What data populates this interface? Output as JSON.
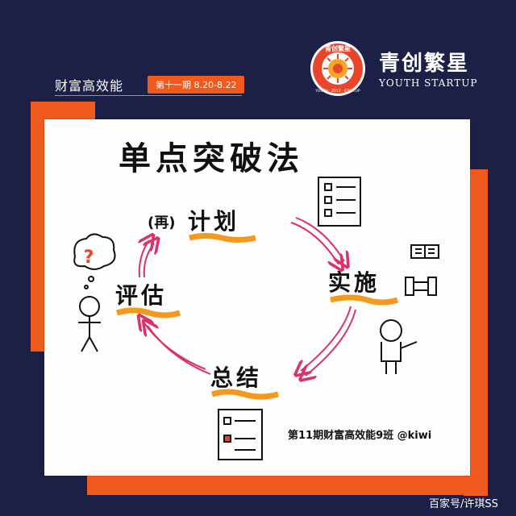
{
  "header": {
    "title": "财富高效能",
    "badge": "第十一期  8.20-8.22"
  },
  "brand": {
    "logo_text": "青创繁星",
    "logo_ring_text": "YOUTH · 2013 · STARTUP",
    "name": "青创繁星",
    "subtitle": "YOUTH STARTUP"
  },
  "drawing": {
    "title": "单点突破法",
    "step_plan_prefix": "(再)",
    "step_plan": "计划",
    "step_do": "实施",
    "step_summary": "总结",
    "step_evaluate": "评估",
    "question_mark": "?",
    "signature": "第11期财富高效能9班 @kiwi"
  },
  "watermark": "百家号/许琪SS",
  "colors": {
    "background": "#1c2046",
    "accent_orange": "#f05a1e",
    "arrow_pink": "#d8336a",
    "highlight_orange": "#f39a1e"
  }
}
